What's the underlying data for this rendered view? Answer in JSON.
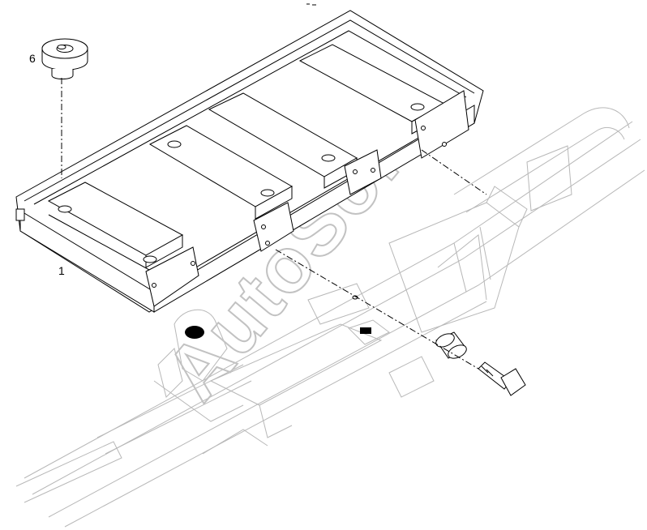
{
  "diagram": {
    "callouts": [
      {
        "id": "6",
        "label": "6"
      },
      {
        "id": "1",
        "label": "1"
      }
    ],
    "watermark_text": "AutoSoft",
    "colors": {
      "line": "#000000",
      "frame": "#b8b8b8",
      "watermark": "#c2c2c2",
      "background": "#ffffff"
    }
  }
}
